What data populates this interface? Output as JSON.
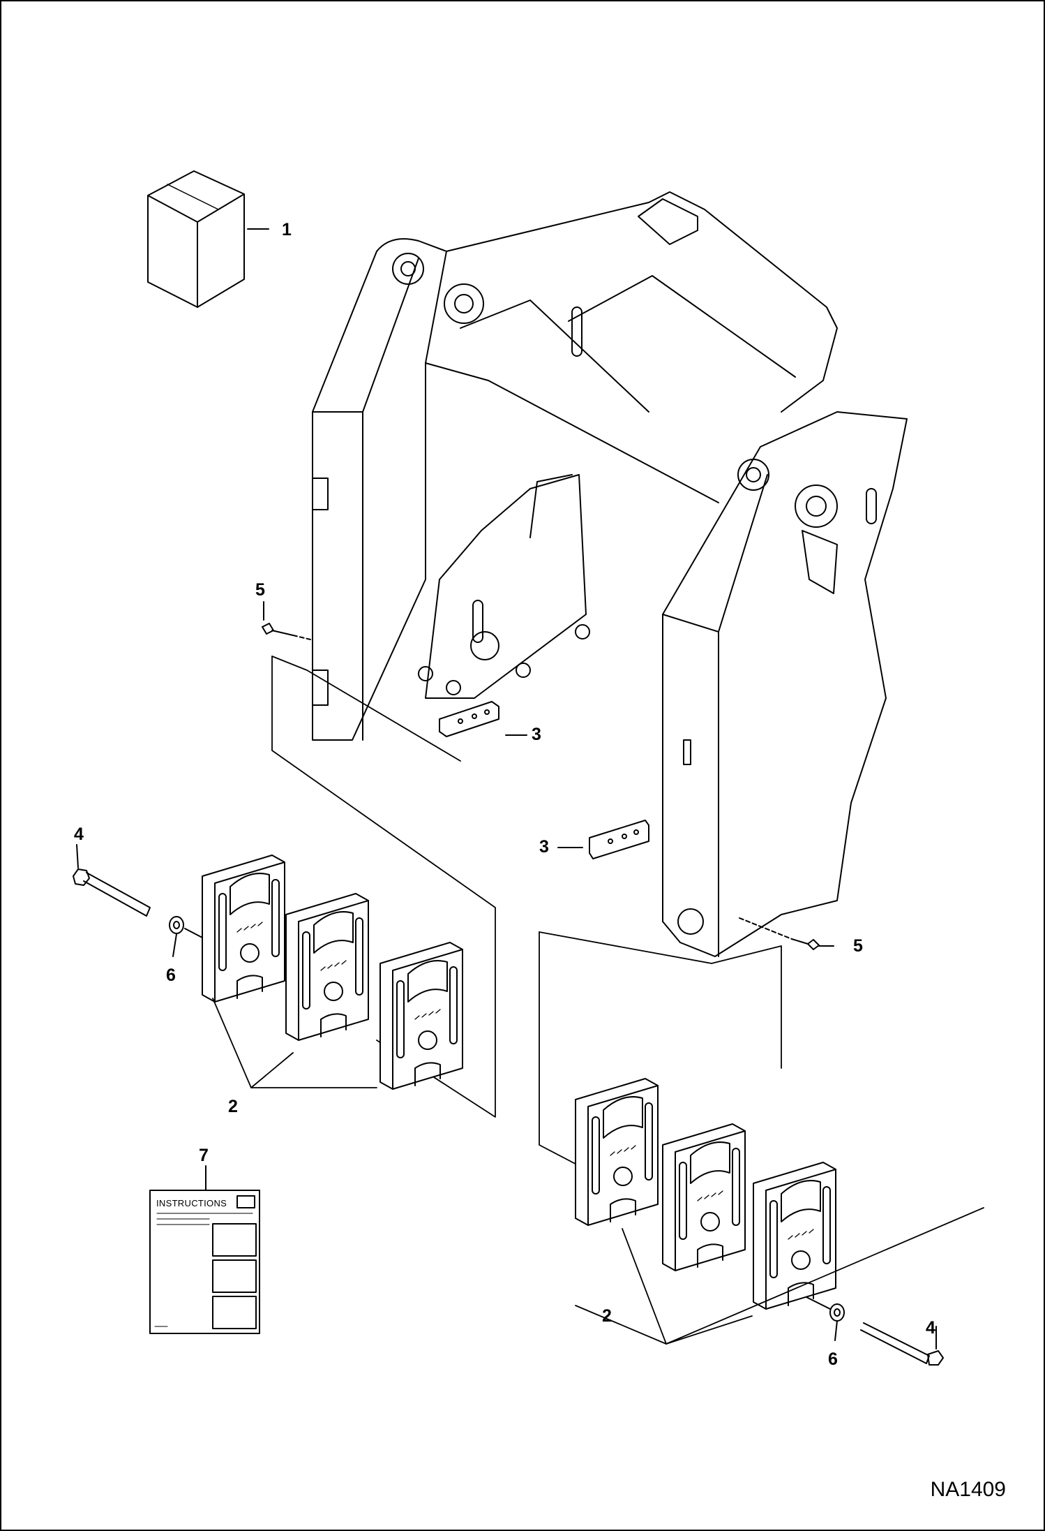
{
  "figure_id": "NA1409",
  "instruction_sheet_title": "INSTRUCTIONS",
  "callouts": [
    {
      "key": "c1",
      "label": "1"
    },
    {
      "key": "c2a",
      "label": "2"
    },
    {
      "key": "c2b",
      "label": "2"
    },
    {
      "key": "c3a",
      "label": "3"
    },
    {
      "key": "c3b",
      "label": "3"
    },
    {
      "key": "c4a",
      "label": "4"
    },
    {
      "key": "c4b",
      "label": "4"
    },
    {
      "key": "c5a",
      "label": "5"
    },
    {
      "key": "c5b",
      "label": "5"
    },
    {
      "key": "c6a",
      "label": "6"
    },
    {
      "key": "c6b",
      "label": "6"
    },
    {
      "key": "c7",
      "label": "7"
    }
  ],
  "colors": {
    "line": "#000000",
    "background": "#ffffff"
  }
}
